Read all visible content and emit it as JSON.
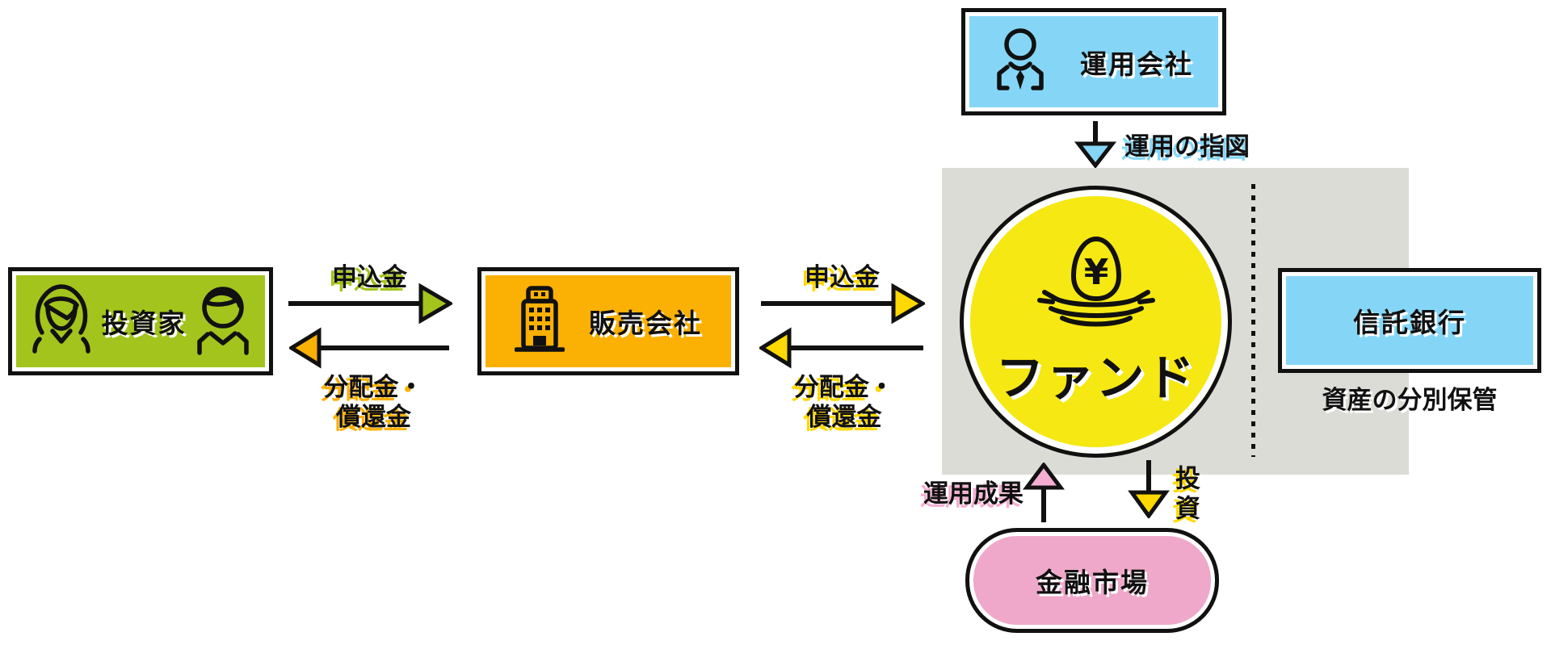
{
  "colors": {
    "ink": "#111111",
    "green": "#a3c41c",
    "orange": "#fbb004",
    "yellow": "#f6e812",
    "gold": "#ffd800",
    "blue": "#85d6f6",
    "pink": "#efa8c9",
    "pinkhl": "#f5aed1",
    "gray": "#dcdcd6"
  },
  "nodes": {
    "investor": {
      "label": "投資家"
    },
    "distributor": {
      "label": "販売会社"
    },
    "fund_manager": {
      "label": "運用会社"
    },
    "fund": {
      "label": "ファンド",
      "currency_symbol": "¥"
    },
    "trust_bank": {
      "label": "信託銀行",
      "caption": "資産の分別保管"
    },
    "financial_market": {
      "label": "金融市場"
    }
  },
  "flows": {
    "subscription_investor_to_distributor": {
      "label": "申込金"
    },
    "distribution_distributor_to_investor": {
      "line1": "分配金・",
      "line2": "償還金"
    },
    "subscription_distributor_to_fund": {
      "label": "申込金"
    },
    "distribution_fund_to_distributor": {
      "line1": "分配金・",
      "line2": "償還金"
    },
    "management_instruction": {
      "label": "運用の指図"
    },
    "investment": {
      "label": "投資"
    },
    "investment_returns": {
      "label": "運用成果"
    }
  }
}
